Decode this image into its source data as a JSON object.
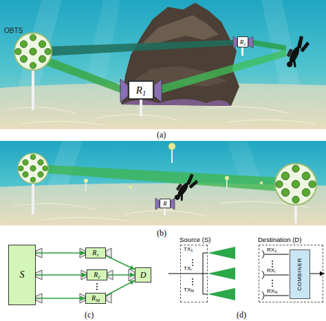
{
  "diagram": {
    "nodes": [
      {
        "text": [
          "R2"
        ]
      },
      {
        "text": [
          "R1"
        ]
      },
      {
        "text": [
          "R"
        ]
      },
      {
        "text": [
          "S"
        ]
      },
      {
        "text": [
          "R1"
        ]
      },
      {
        "text": [
          "R2"
        ]
      },
      {
        "text": [
          "RM"
        ]
      },
      {
        "text": [
          "D"
        ]
      },
      {
        "text": [
          "Source (S)"
        ]
      },
      {
        "text": [
          "Destination (D)"
        ]
      },
      {
        "text": [
          "COMBINER"
        ],
        "in": 9
      }
    ],
    "edges": [
      {
        "from": 3,
        "to": 4,
        "arrow": "to"
      },
      {
        "from": 3,
        "to": 5,
        "arrow": "to"
      },
      {
        "from": 3,
        "to": 6,
        "arrow": "to"
      },
      {
        "from": 4,
        "to": 7,
        "arrow": "to"
      },
      {
        "from": 5,
        "to": 7,
        "arrow": "to"
      },
      {
        "from": 6,
        "to": 7,
        "arrow": "to"
      }
    ],
    "labels": [
      "OBTS",
      "(a)",
      "(b)",
      "(c)",
      "(d)",
      "TX1",
      "TXi",
      "TXM",
      "RX1",
      "RXi",
      "RXN"
    ]
  }
}
